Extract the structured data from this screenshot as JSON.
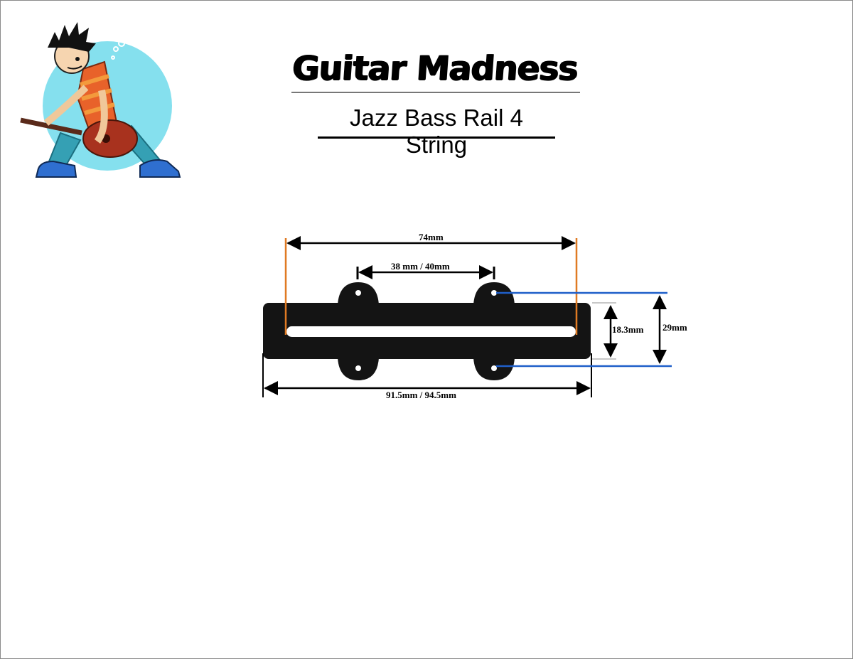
{
  "header": {
    "brand": "Guitar Madness",
    "subtitle": "Jazz Bass Rail 4 String"
  },
  "logo": {
    "icon": "guitarist-cartoon",
    "accent": "#85e0ee"
  },
  "diagram": {
    "pickup_color": "#141414",
    "rail_marker_color": "#e07a23",
    "height_marker_color": "#1f5fc9",
    "dimensions": {
      "rail_length": "74mm",
      "hole_spacing": "38 mm / 40mm",
      "pickup_length": "91.5mm / 94.5mm",
      "pickup_width": "18.3mm",
      "overall_width": "29mm"
    }
  }
}
